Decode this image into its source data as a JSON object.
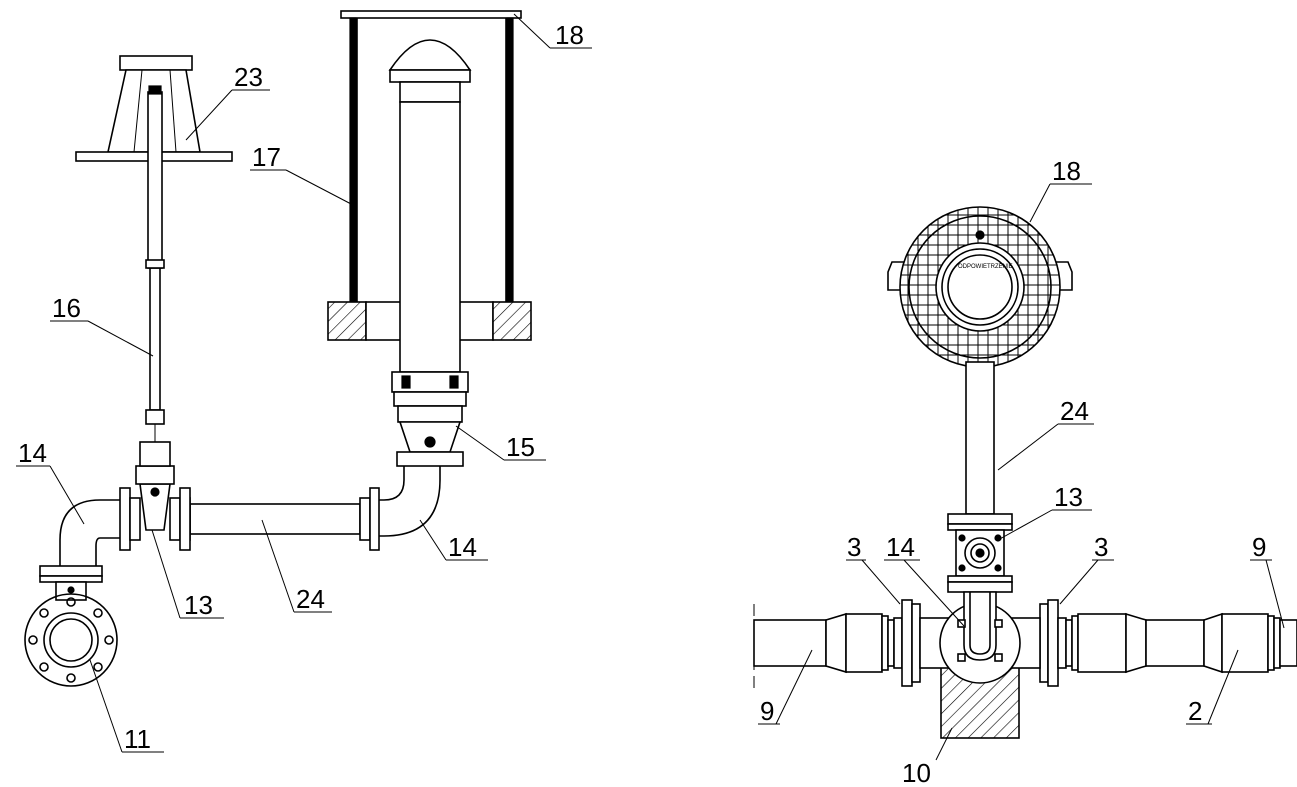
{
  "labels": {
    "left_view": {
      "l18": "18",
      "l23": "23",
      "l17": "17",
      "l16": "16",
      "l14a": "14",
      "l15": "15",
      "l14b": "14",
      "l13": "13",
      "l24": "24",
      "l11": "11"
    },
    "right_view": {
      "l18": "18",
      "l24": "24",
      "l13": "13",
      "l3a": "3",
      "l14": "14",
      "l3b": "3",
      "l9a": "9",
      "l9b": "9",
      "l2": "2",
      "l10": "10"
    }
  },
  "inscriptions": {
    "grate_text": "ODPOWIETRZENIE"
  }
}
